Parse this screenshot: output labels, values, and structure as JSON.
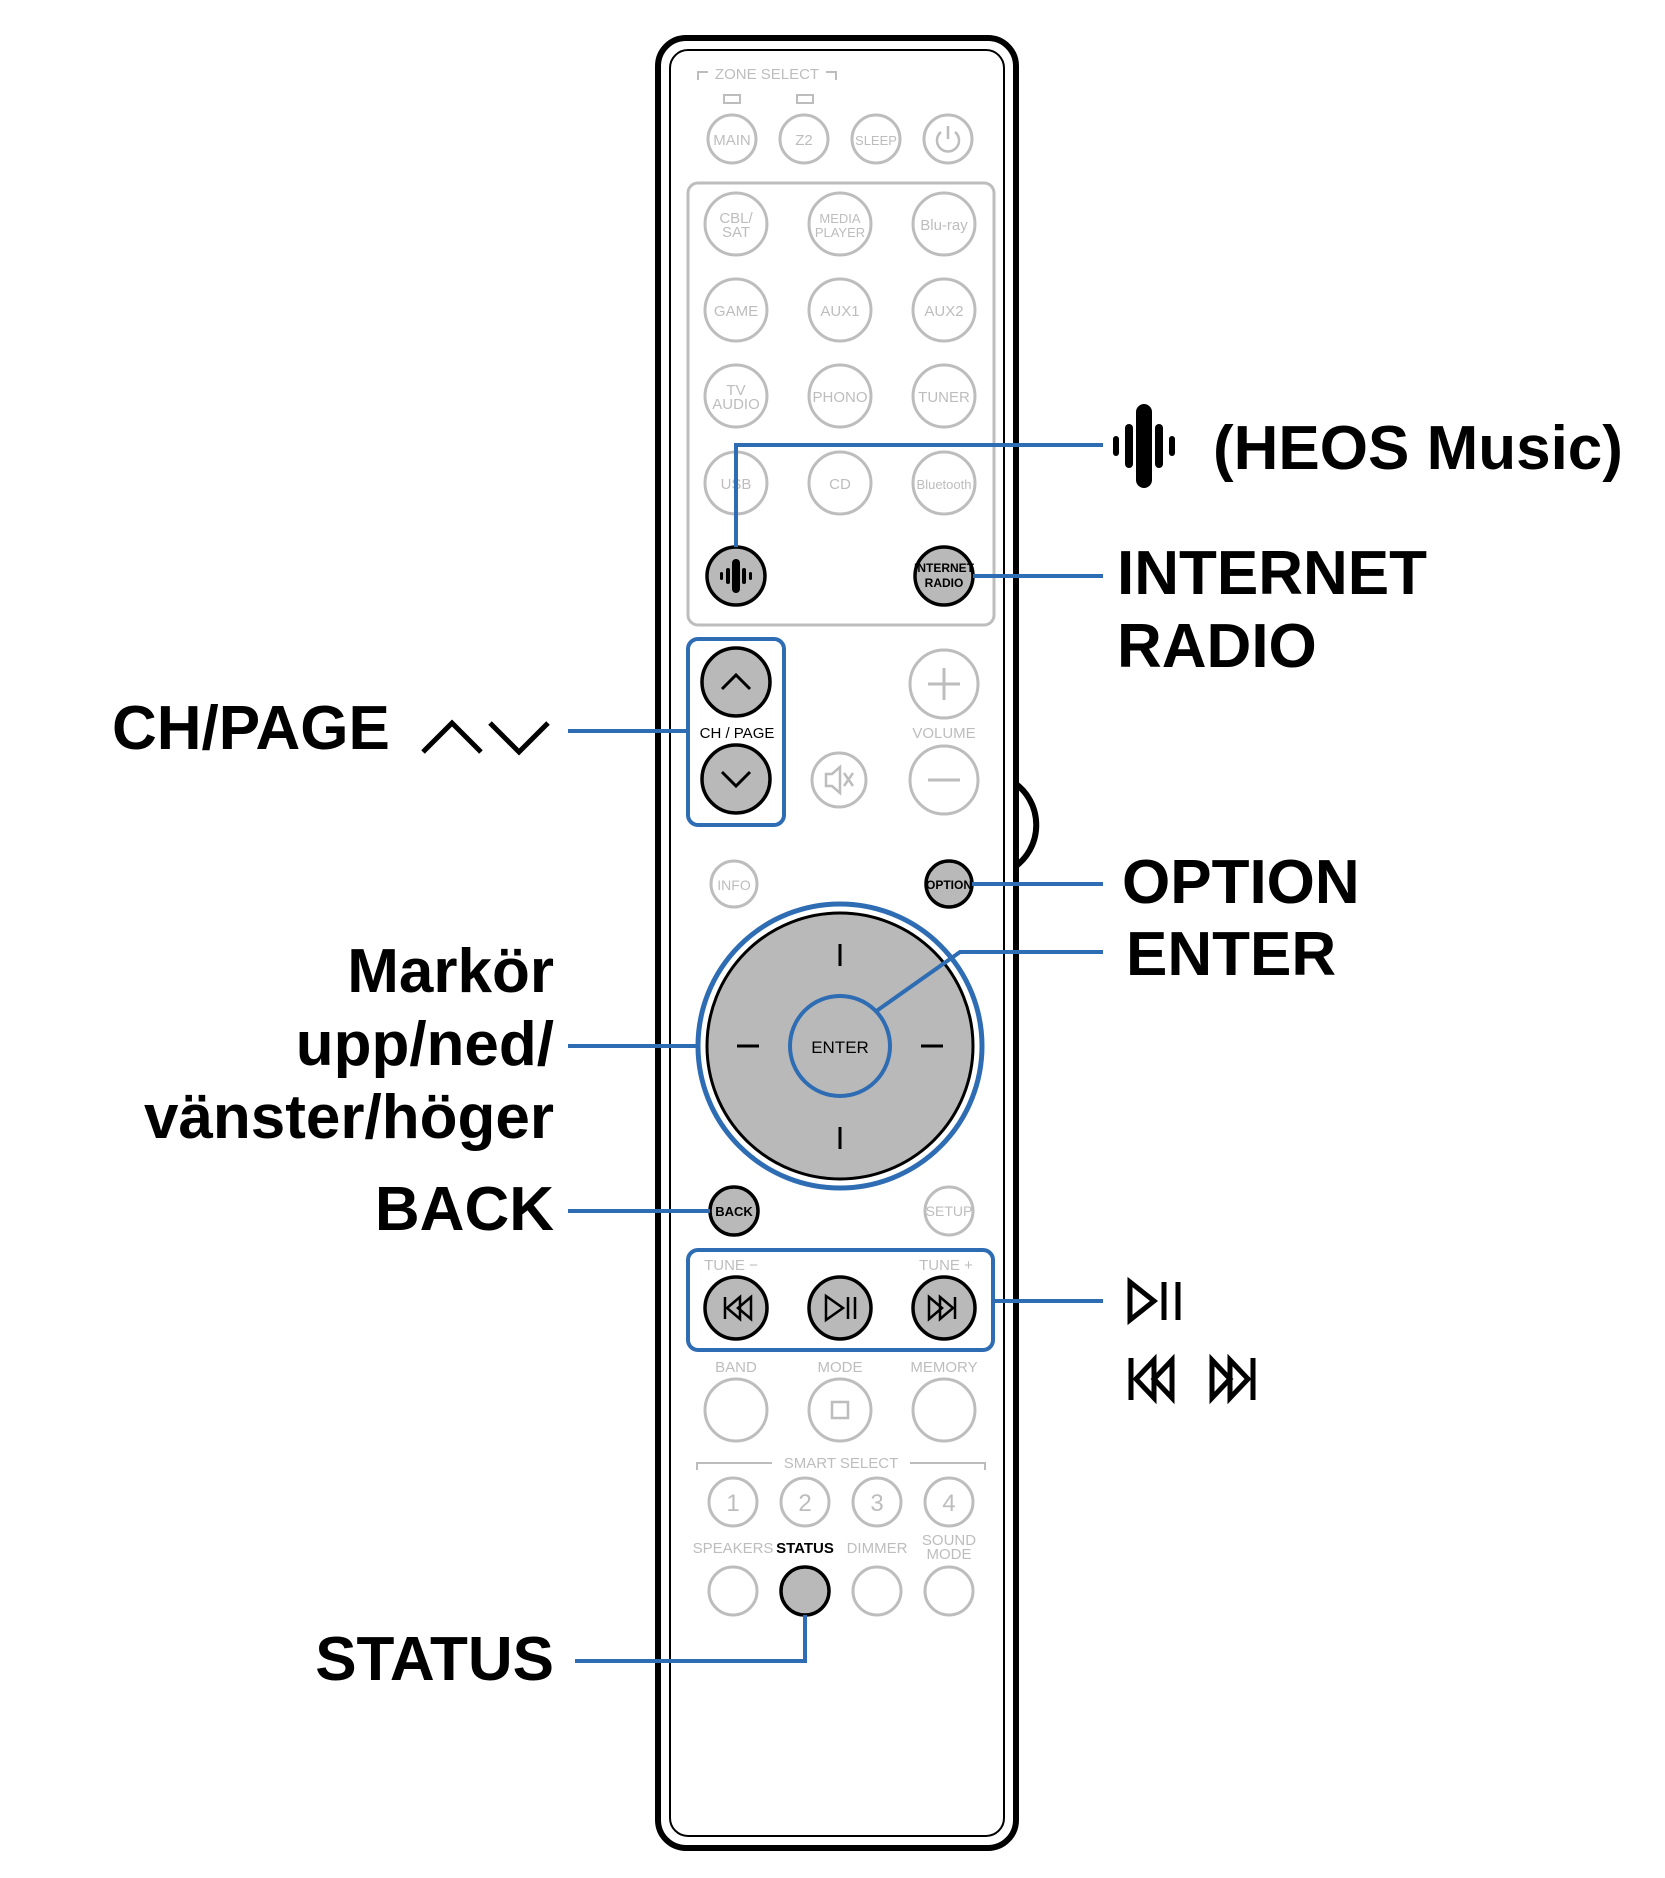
{
  "remote": {
    "zone_select_label": "ZONE SELECT",
    "row_power": [
      "MAIN",
      "Z2",
      "SLEEP"
    ],
    "source_buttons": [
      [
        "CBL/|SAT",
        "MEDIA|PLAYER",
        "Blu-ray"
      ],
      [
        "GAME",
        "AUX1",
        "AUX2"
      ],
      [
        "TV|AUDIO",
        "PHONO",
        "TUNER"
      ],
      [
        "USB",
        "CD",
        "Bluetooth"
      ]
    ],
    "internet_radio_button": "INTERNET|RADIO",
    "ch_page_label": "CH / PAGE",
    "volume_label": "VOLUME",
    "info_label": "INFO",
    "option_label": "OPTION",
    "enter_label": "ENTER",
    "back_label": "BACK",
    "setup_label": "SETUP",
    "tune_minus_label": "TUNE −",
    "tune_plus_label": "TUNE +",
    "band_label": "BAND",
    "mode_label": "MODE",
    "memory_label": "MEMORY",
    "smart_select_label": "SMART SELECT",
    "smart_numbers": [
      "1",
      "2",
      "3",
      "4"
    ],
    "bottom_labels": [
      "SPEAKERS",
      "STATUS",
      "DIMMER",
      "SOUND|MODE"
    ]
  },
  "callouts": {
    "heos": "(HEOS Music)",
    "internet_radio": [
      "INTERNET",
      "RADIO"
    ],
    "ch_page": "CH/PAGE",
    "option": "OPTION",
    "enter": "ENTER",
    "cursor": [
      "Markör",
      "upp/ned/",
      "vänster/höger"
    ],
    "back": "BACK",
    "status": "STATUS"
  },
  "colors": {
    "highlight_blue": "#2e6db4",
    "button_gray": "#b9b9b9",
    "faded_gray": "#bdbdbd",
    "black": "#000000"
  }
}
